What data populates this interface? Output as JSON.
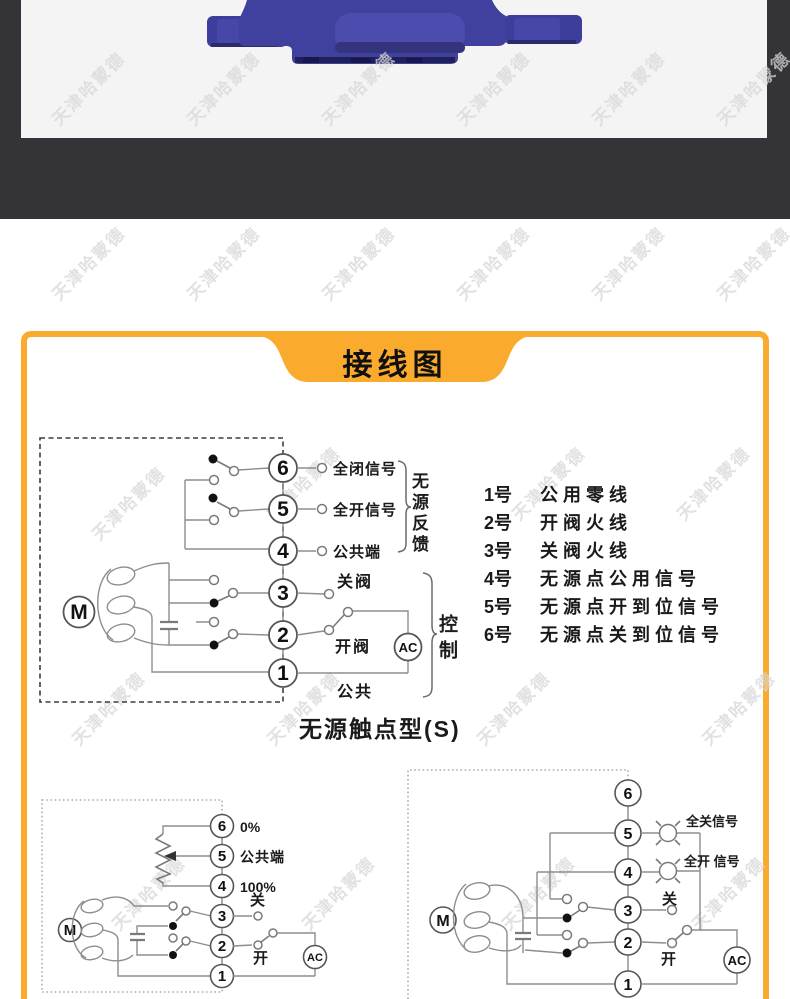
{
  "watermark": {
    "text": "天津哈蒙德"
  },
  "panel": {
    "title": "接线图"
  },
  "main_diagram": {
    "terminals": [
      "6",
      "5",
      "4",
      "3",
      "2",
      "1"
    ],
    "labels": {
      "t6": "全闭信号",
      "t5": "全开信号",
      "t4": "公共端",
      "t3": "关阀",
      "t2": "开阀",
      "t1": "公共"
    },
    "motor": "M",
    "ac": "AC",
    "brace_feedback": "无源反馈",
    "brace_control": "控制",
    "caption": "无源触点型(S)"
  },
  "terminal_notes": {
    "items": [
      {
        "num": "1号",
        "label": "公用零线"
      },
      {
        "num": "2号",
        "label": "开阀火线"
      },
      {
        "num": "3号",
        "label": "关阀火线"
      },
      {
        "num": "4号",
        "label": "无源点公用信号"
      },
      {
        "num": "5号",
        "label": "无源点开到位信号"
      },
      {
        "num": "6号",
        "label": "无源点关到位信号"
      }
    ]
  },
  "pot_diagram": {
    "terminals": [
      "6",
      "5",
      "4",
      "3",
      "2",
      "1"
    ],
    "labels": {
      "t6": "0%",
      "t5": "公共端",
      "t4": "100%",
      "t3": "关",
      "t2": "开"
    },
    "motor": "M",
    "ac": "AC"
  },
  "lamp_diagram": {
    "terminals": [
      "6",
      "5",
      "4",
      "3",
      "2",
      "1"
    ],
    "labels": {
      "t5": "全关信号",
      "t4": "全开 信号",
      "t3": "关",
      "t2": "开"
    },
    "motor": "M",
    "ac": "AC"
  }
}
